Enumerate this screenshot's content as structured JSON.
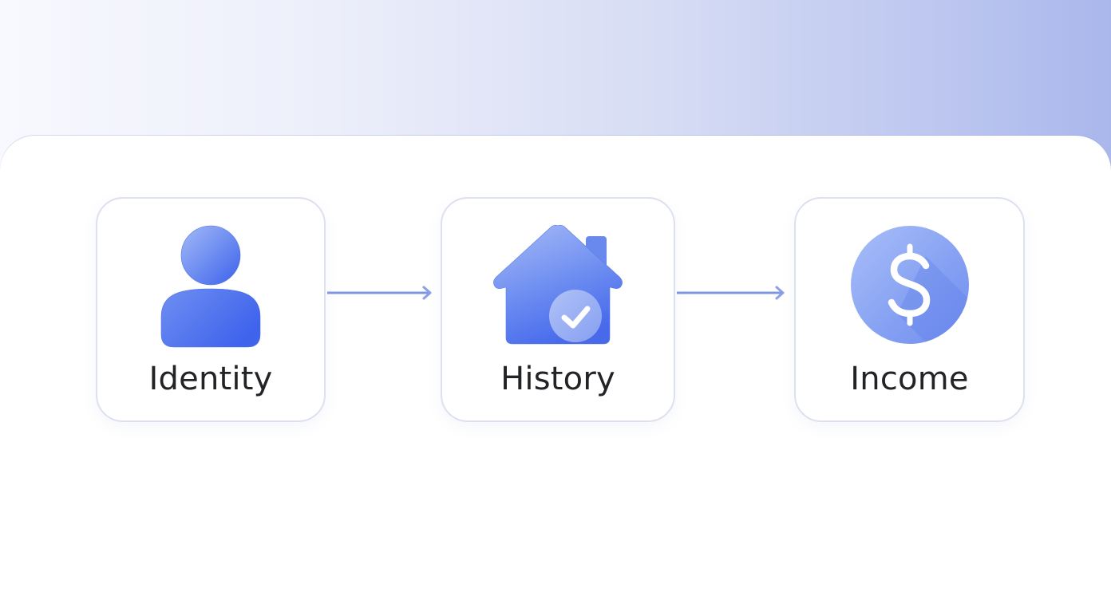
{
  "diagram": {
    "type": "process-flow",
    "direction": "left-to-right",
    "steps": [
      {
        "label": "Identity",
        "icon": "user-icon"
      },
      {
        "label": "History",
        "icon": "house-check-icon"
      },
      {
        "label": "Income",
        "icon": "dollar-coin-icon"
      }
    ],
    "connectors": [
      {
        "from": "Identity",
        "to": "History",
        "type": "arrow"
      },
      {
        "from": "History",
        "to": "Income",
        "type": "arrow"
      }
    ]
  },
  "colors": {
    "icon_primary": "#5b7ef0",
    "icon_light": "#a9bdf8",
    "icon_dark": "#3f63ec",
    "arrow": "#7f97e0",
    "card_border": "#dde0f0",
    "label_text": "#222326",
    "background_gradient_start": "#f8f9fe",
    "background_gradient_end": "#aab7ec"
  }
}
